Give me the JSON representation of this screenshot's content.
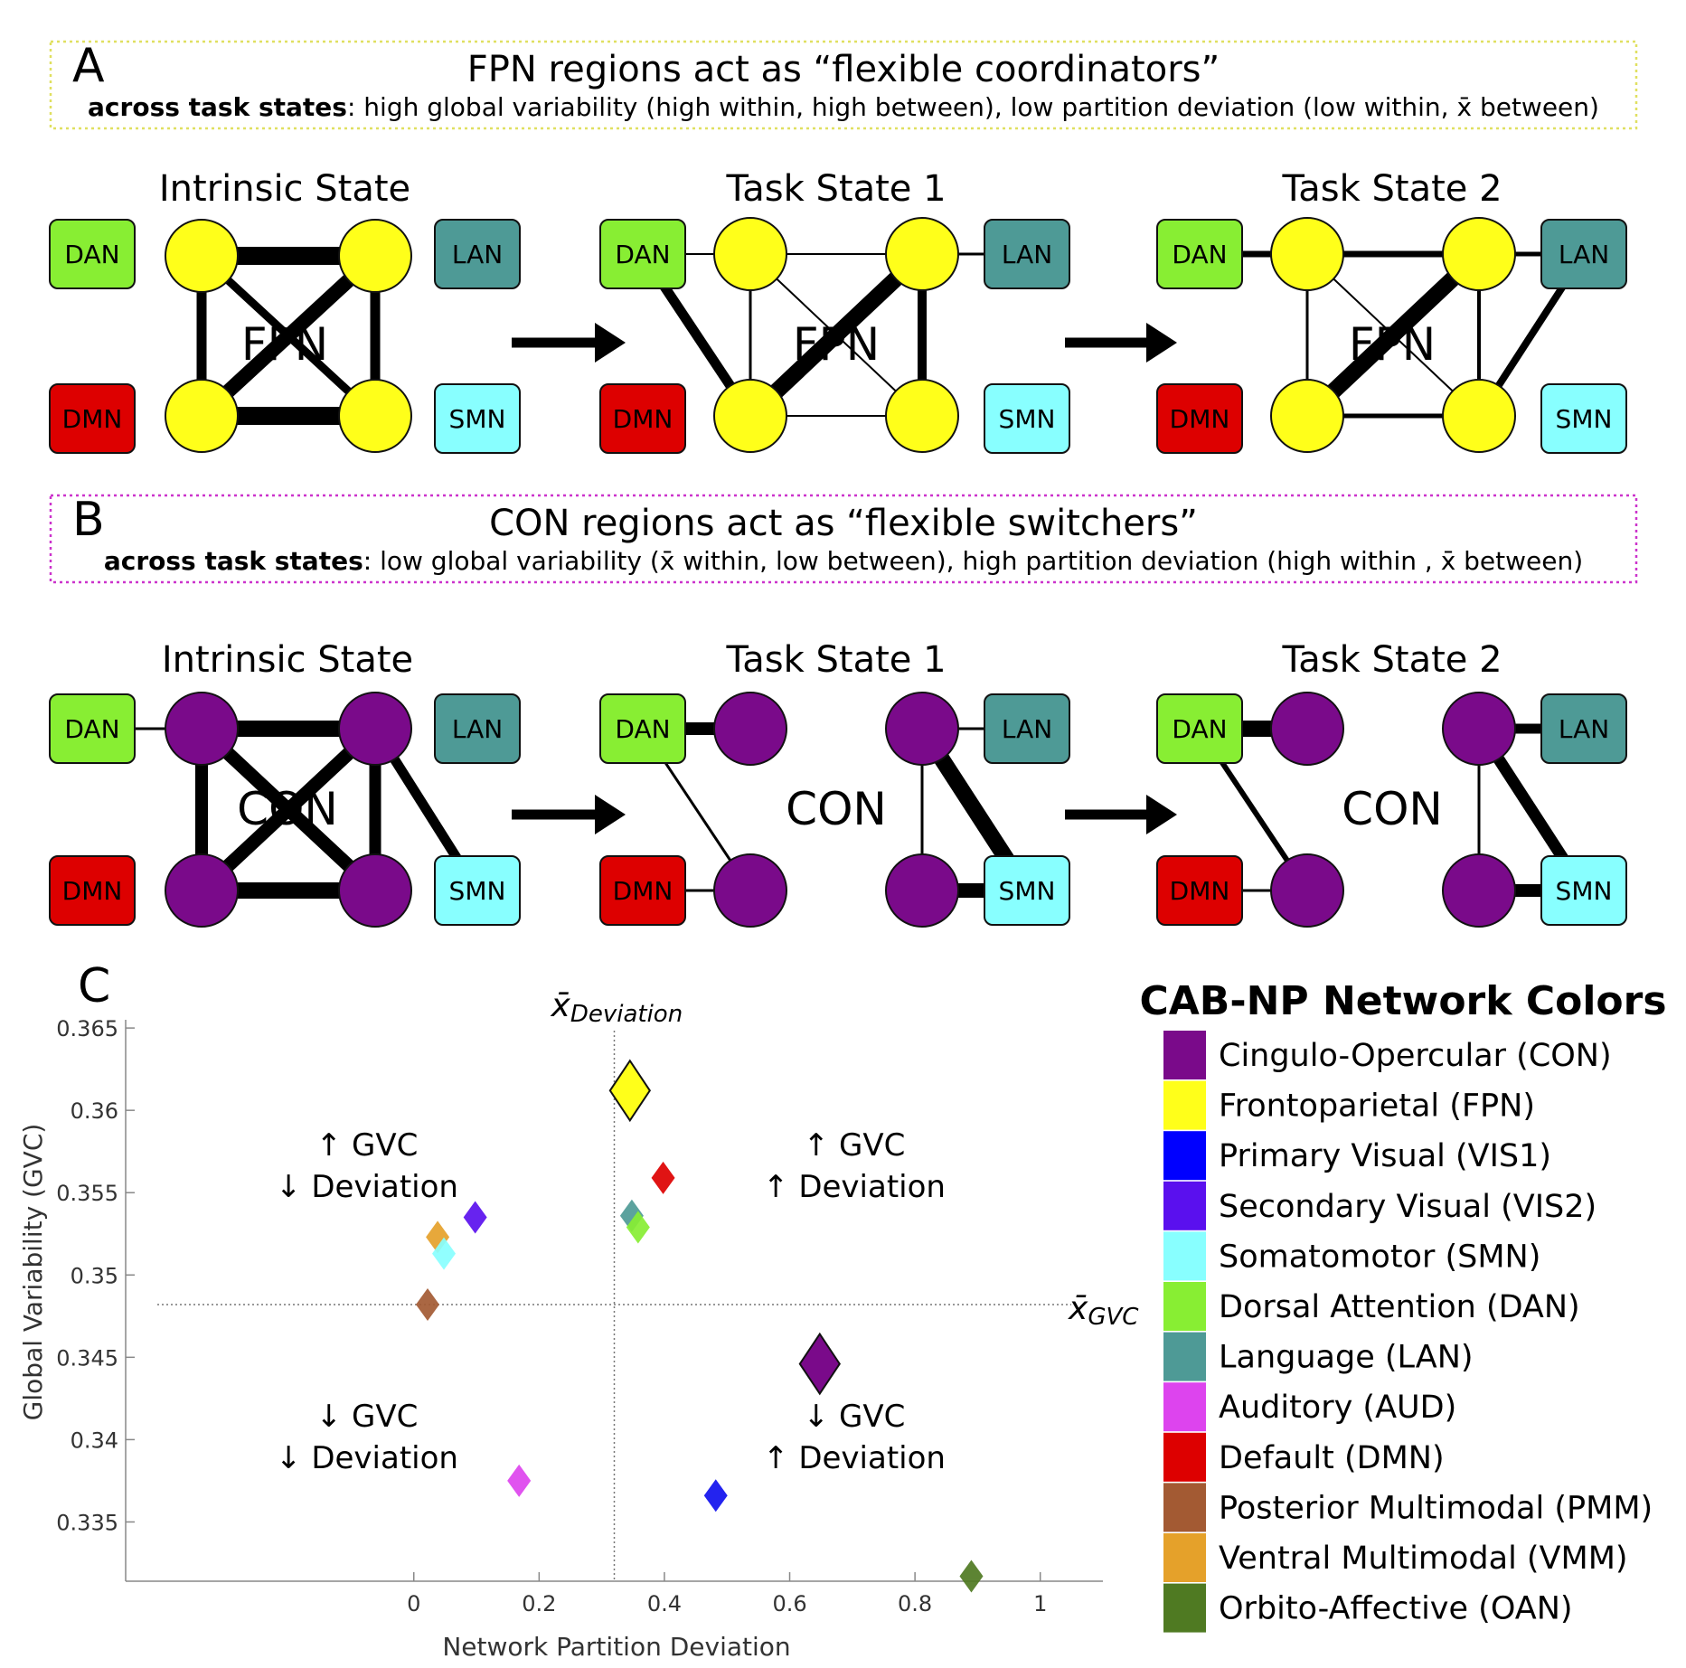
{
  "panels": {
    "A": {
      "letter": "A",
      "title": "FPN regions act as “flexible coordinators”",
      "sub_bold": "across task states",
      "sub_rest": ": high global variability (high within, high between), low partition deviation (low within, x̄ between)",
      "border_color": "#e0e060",
      "node_color": "#ffff1a",
      "center_label": "FPN",
      "states": [
        "Intrinsic State",
        "Task State 1",
        "Task State 2"
      ]
    },
    "B": {
      "letter": "B",
      "title": "CON regions act as “flexible switchers”",
      "sub_bold": "across task states",
      "sub_rest": ": low global variability (x̄ within, low between), high partition deviation (high within , x̄ between)",
      "border_color": "#cc33cc",
      "node_color": "#7a0a8a",
      "center_label": "CON",
      "states": [
        "Intrinsic State",
        "Task State 1",
        "Task State 2"
      ]
    },
    "C": {
      "letter": "C"
    }
  },
  "network_boxes": {
    "DAN": {
      "label": "DAN",
      "color": "#88ee33"
    },
    "LAN": {
      "label": "LAN",
      "color": "#4e9a96"
    },
    "DMN": {
      "label": "DMN",
      "color": "#dd0000"
    },
    "SMN": {
      "label": "SMN",
      "color": "#88ffff"
    }
  },
  "chart_data": {
    "type": "scatter",
    "xlabel": "Network Partition Deviation",
    "ylabel": "Global Variability (GVC)",
    "xlim": [
      -0.46,
      1.1
    ],
    "ylim": [
      0.3314,
      0.3655
    ],
    "xticks": [
      "0",
      "0.2",
      "0.4",
      "0.6",
      "0.8",
      "1"
    ],
    "yticks": [
      "0.335",
      "0.34",
      "0.345",
      "0.35",
      "0.355",
      "0.36",
      "0.365"
    ],
    "mean_deviation": 0.32,
    "mean_gvc": 0.3482,
    "mean_deviation_label": "x̄",
    "mean_deviation_sub": "Deviation",
    "mean_gvc_label": "x̄",
    "mean_gvc_sub": "GVC",
    "quadrants": {
      "upper_left": [
        "↑ GVC",
        "↓ Deviation"
      ],
      "upper_right": [
        "↑ GVC",
        "↑ Deviation"
      ],
      "lower_left": [
        "↓ GVC",
        "↓ Deviation"
      ],
      "lower_right": [
        "↓ GVC",
        "↑ Deviation"
      ]
    },
    "points": [
      {
        "name": "CON",
        "x": 0.648,
        "y": 0.3446,
        "color": "#7a0a8a",
        "large": true
      },
      {
        "name": "FPN",
        "x": 0.345,
        "y": 0.3612,
        "color": "#ffff1a",
        "large": true
      },
      {
        "name": "DMN",
        "x": 0.398,
        "y": 0.3559,
        "color": "#dd0000",
        "large": false
      },
      {
        "name": "LAN",
        "x": 0.348,
        "y": 0.3536,
        "color": "#4e9a96",
        "large": false
      },
      {
        "name": "DAN",
        "x": 0.358,
        "y": 0.3529,
        "color": "#88ee33",
        "large": false
      },
      {
        "name": "VIS2",
        "x": 0.098,
        "y": 0.3535,
        "color": "#5a10ee",
        "large": false
      },
      {
        "name": "VMM",
        "x": 0.038,
        "y": 0.3523,
        "color": "#e5a12a",
        "large": false
      },
      {
        "name": "SMN",
        "x": 0.048,
        "y": 0.3513,
        "color": "#88ffff",
        "large": false
      },
      {
        "name": "PMM",
        "x": 0.022,
        "y": 0.3482,
        "color": "#a35a33",
        "large": false
      },
      {
        "name": "AUD",
        "x": 0.168,
        "y": 0.3375,
        "color": "#dd44ee",
        "large": false
      },
      {
        "name": "VIS1",
        "x": 0.482,
        "y": 0.3366,
        "color": "#1010ee",
        "large": false
      },
      {
        "name": "OAN",
        "x": 0.89,
        "y": 0.3317,
        "color": "#4f7a22",
        "large": false
      }
    ],
    "legend": {
      "title": "CAB-NP Network Colors",
      "entries": [
        {
          "label": "Cingulo-Opercular (CON)",
          "color": "#7a0a8a"
        },
        {
          "label": "Frontoparietal (FPN)",
          "color": "#ffff1a"
        },
        {
          "label": "Primary Visual (VIS1)",
          "color": "#0000ff"
        },
        {
          "label": "Secondary Visual (VIS2)",
          "color": "#5a10ee"
        },
        {
          "label": "Somatomotor (SMN)",
          "color": "#88ffff"
        },
        {
          "label": "Dorsal Attention (DAN)",
          "color": "#88ee33"
        },
        {
          "label": "Language (LAN)",
          "color": "#4e9a96"
        },
        {
          "label": "Auditory (AUD)",
          "color": "#dd44ee"
        },
        {
          "label": "Default (DMN)",
          "color": "#dd0000"
        },
        {
          "label": "Posterior Multimodal (PMM)",
          "color": "#a35a33"
        },
        {
          "label": "Ventral Multimodal (VMM)",
          "color": "#e5a12a"
        },
        {
          "label": "Orbito-Affective (OAN)",
          "color": "#4f7a22"
        }
      ]
    }
  }
}
